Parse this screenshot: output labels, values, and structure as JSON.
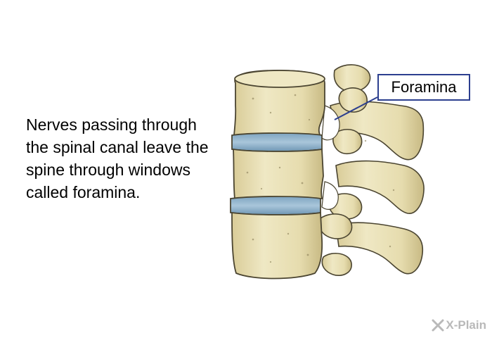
{
  "caption": "Nerves passing through the spinal canal leave the spine through windows called foramina.",
  "callout": {
    "label": "Foramina"
  },
  "brand": {
    "name": "X-Plain"
  },
  "colors": {
    "bone": "#e8dfb4",
    "bone_shadow": "#bfb27e",
    "disc": "#8fb3cc",
    "callout_border": "#2c3f8f",
    "brand": "#b9b9b9"
  }
}
